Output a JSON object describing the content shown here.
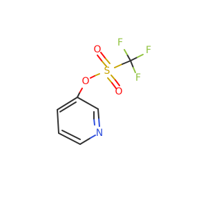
{
  "molecule": {
    "atoms": {
      "S": "S",
      "O_upper": "O",
      "O_lower": "O",
      "O_ester": "O",
      "F_top": "F",
      "F_right": "F",
      "F_lower": "F",
      "N": "N"
    },
    "colors": {
      "carbon_bond": "#303030",
      "sulfur": "#c8a400",
      "oxygen": "#ff0d0d",
      "fluorine": "#8fc23d",
      "nitrogen": "#2f4fdd",
      "background": "#ffffff"
    }
  }
}
